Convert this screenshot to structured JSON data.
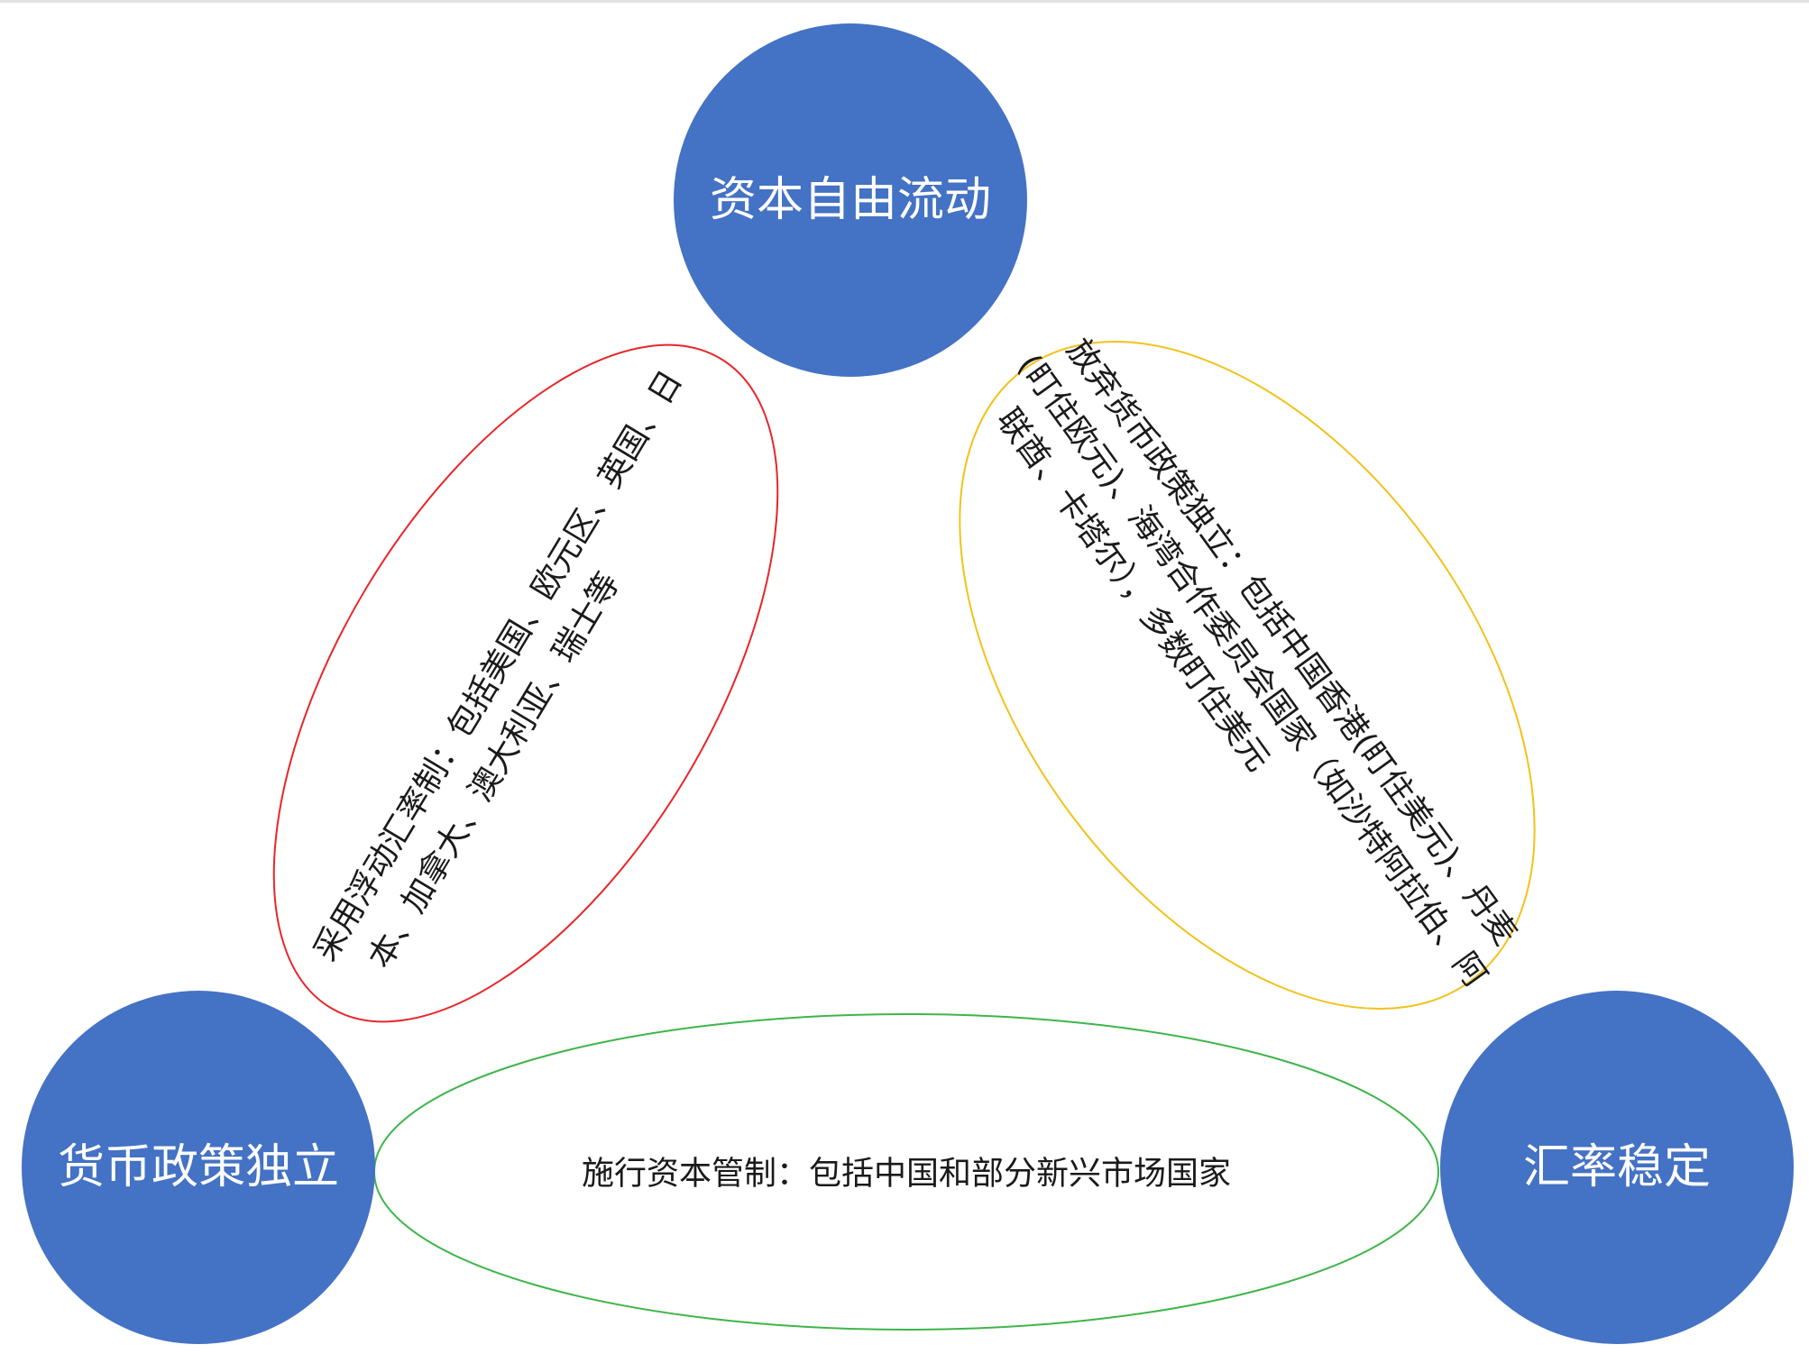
{
  "nodes": {
    "capital_flow": {
      "label": "资本自由流动"
    },
    "monetary_independence": {
      "label": "货币政策独立"
    },
    "exchange_stability": {
      "label": "汇率稳定"
    }
  },
  "policies": {
    "floating_rate": {
      "lines": [
        "采用浮动汇率制：包括美国、欧元区、英国、日",
        "本、加拿大、澳大利亚、瑞士等"
      ]
    },
    "give_up_monetary": {
      "lines": [
        "放弃货币政策独立：包括中国香港(盯住美元)、丹麦",
        "(盯住欧元)、海湾合作委员会国家（如沙特阿拉伯、阿",
        "联酋、卡塔尔），多数盯住美元"
      ]
    },
    "capital_control": {
      "lines": [
        "施行资本管制：包括中国和部分新兴市场国家"
      ]
    }
  },
  "colors": {
    "node_fill": "#4472c4",
    "node_text": "#ffffff",
    "floating_outline": "#e8262a",
    "give_up_outline": "#f2c21b",
    "capital_control_outline": "#3fb54a",
    "body_text": "#1a1a1a"
  }
}
